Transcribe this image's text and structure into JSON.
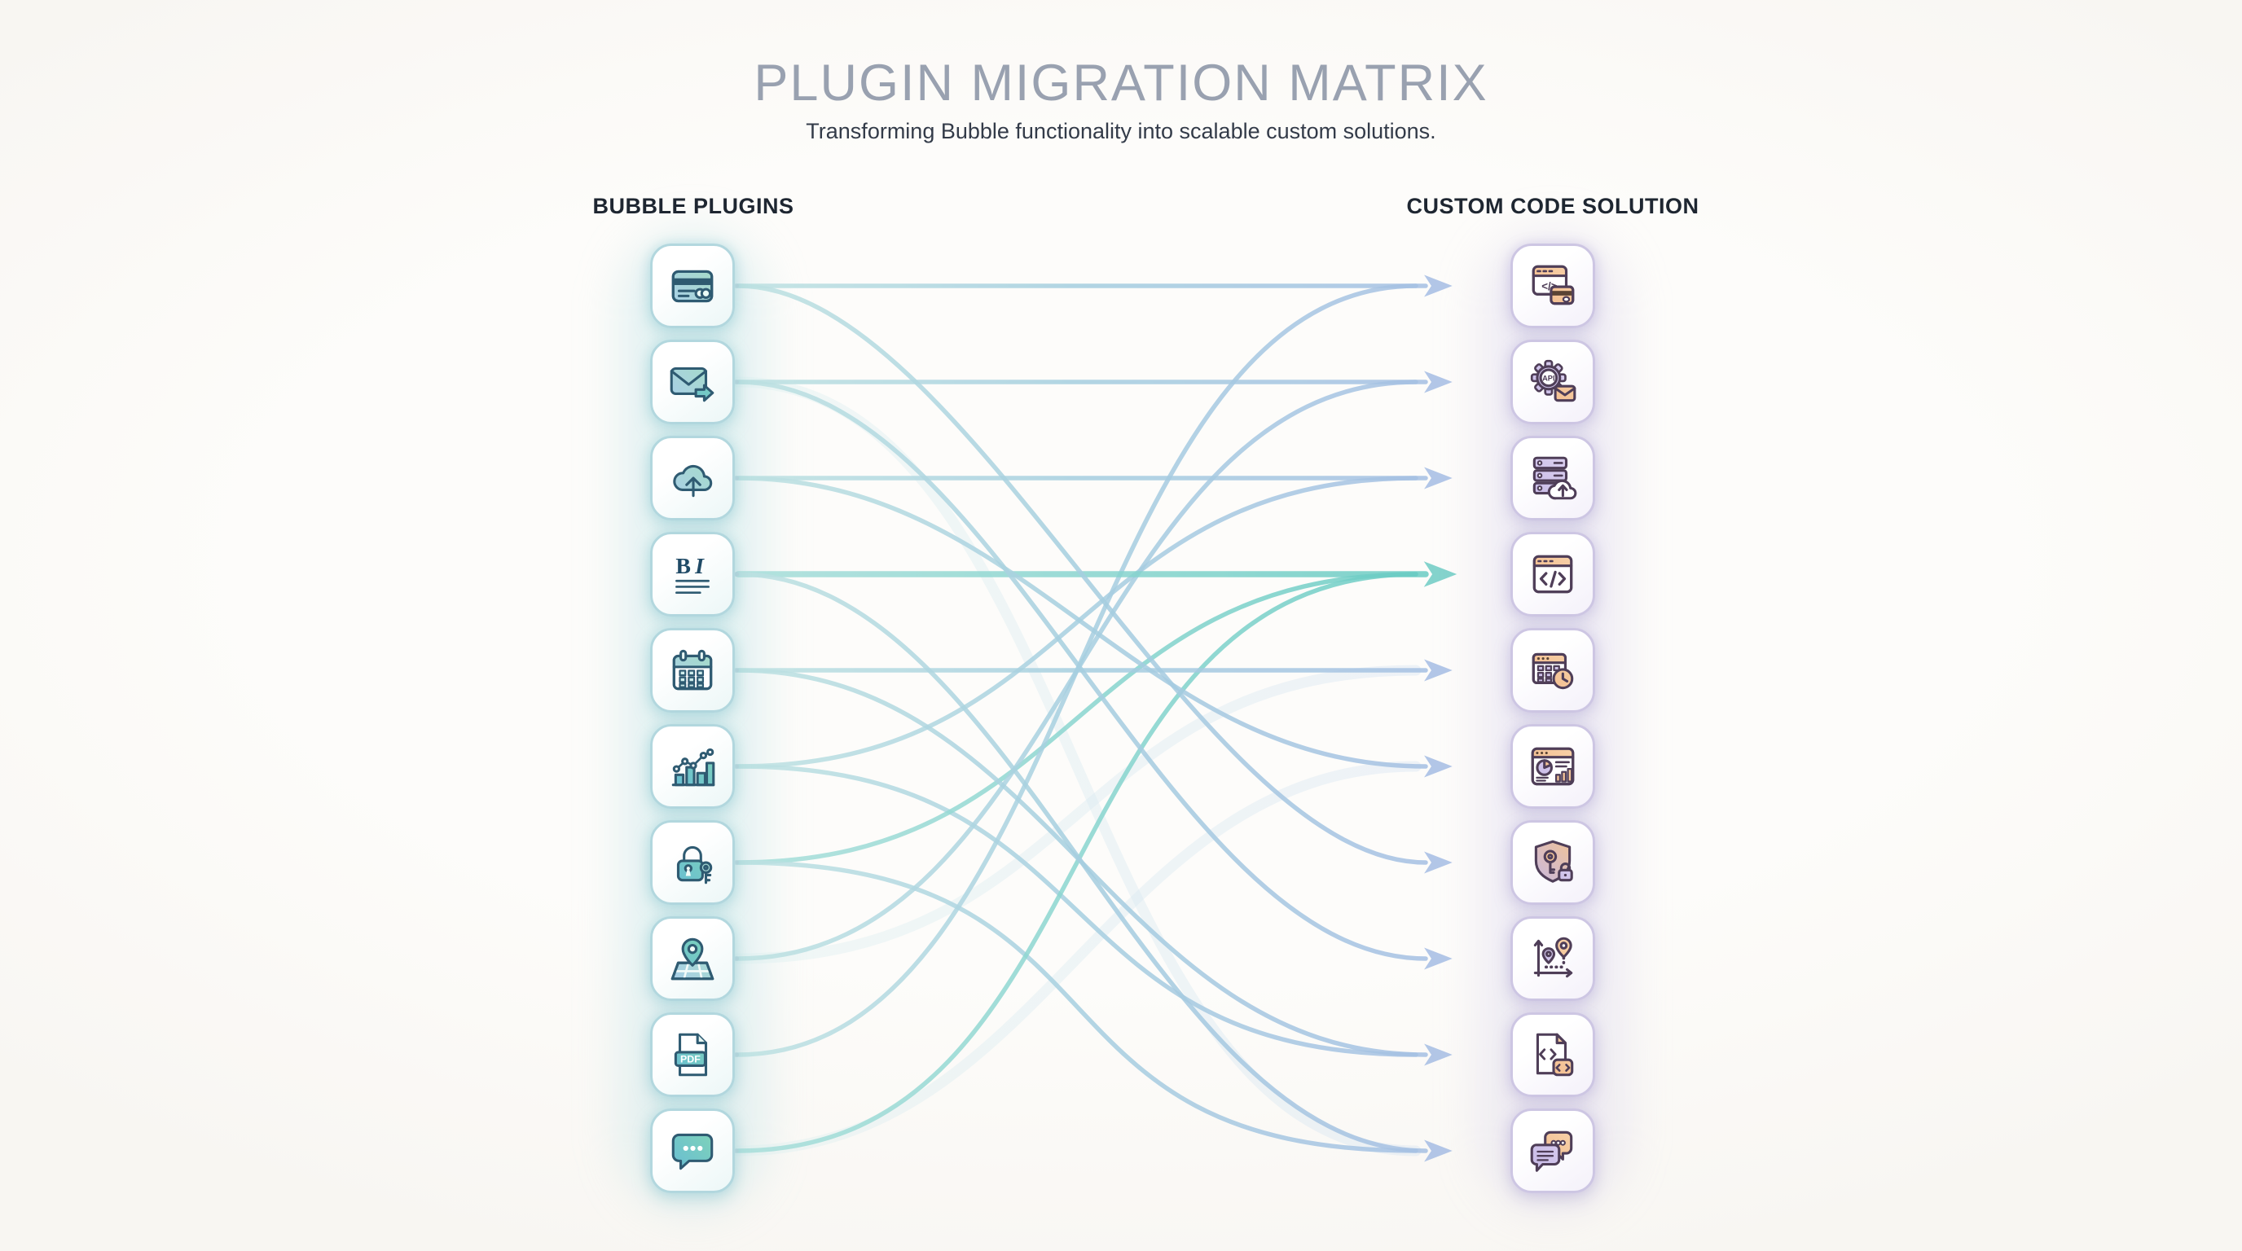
{
  "page": {
    "title": "PLUGIN MIGRATION MATRIX",
    "subtitle": "Transforming Bubble functionality into scalable custom solutions."
  },
  "columns": {
    "left": {
      "heading": "BUBBLE PLUGINS",
      "items": [
        {
          "icon": "credit-card-icon",
          "name": "payment-plugin"
        },
        {
          "icon": "email-send-icon",
          "name": "email-plugin"
        },
        {
          "icon": "cloud-upload-icon",
          "name": "file-upload-plugin"
        },
        {
          "icon": "rich-text-icon",
          "name": "rich-text-editor-plugin"
        },
        {
          "icon": "calendar-icon",
          "name": "calendar-plugin"
        },
        {
          "icon": "bar-chart-icon",
          "name": "charts-plugin"
        },
        {
          "icon": "lock-key-icon",
          "name": "auth-plugin"
        },
        {
          "icon": "map-pin-icon",
          "name": "maps-plugin"
        },
        {
          "icon": "pdf-file-icon",
          "name": "pdf-plugin"
        },
        {
          "icon": "chat-bubble-icon",
          "name": "chat-plugin"
        }
      ]
    },
    "right": {
      "heading": "CUSTOM CODE SOLUTION",
      "items": [
        {
          "icon": "code-payment-icon",
          "name": "custom-payment-integration"
        },
        {
          "icon": "api-gear-email-icon",
          "name": "custom-email-api"
        },
        {
          "icon": "server-upload-icon",
          "name": "custom-storage-service"
        },
        {
          "icon": "code-window-icon",
          "name": "custom-code-editor"
        },
        {
          "icon": "calendar-clock-icon",
          "name": "custom-scheduling"
        },
        {
          "icon": "dashboard-chart-icon",
          "name": "custom-analytics-dashboard"
        },
        {
          "icon": "shield-key-icon",
          "name": "custom-auth-security"
        },
        {
          "icon": "geo-pins-axes-icon",
          "name": "custom-geolocation"
        },
        {
          "icon": "code-document-icon",
          "name": "custom-document-generation"
        },
        {
          "icon": "dual-chat-icon",
          "name": "custom-messaging"
        }
      ]
    }
  },
  "connections": [
    {
      "from": 1,
      "to": 1,
      "style": "blue",
      "arrow": true
    },
    {
      "from": 2,
      "to": 2,
      "style": "blue",
      "arrow": true
    },
    {
      "from": 3,
      "to": 3,
      "style": "blue",
      "arrow": true
    },
    {
      "from": 4,
      "to": 4,
      "style": "teal",
      "arrow": true,
      "width": 7.5
    },
    {
      "from": 5,
      "to": 5,
      "style": "blue",
      "arrow": true
    },
    {
      "from": 1,
      "to": 7,
      "style": "blue",
      "arrow": true,
      "k": 0.33
    },
    {
      "from": 2,
      "to": 8,
      "style": "blue",
      "arrow": true,
      "k": 0.38
    },
    {
      "from": 3,
      "to": 6,
      "style": "blue",
      "arrow": true,
      "k": 0.42
    },
    {
      "from": 4,
      "to": 10,
      "style": "blue",
      "arrow": true,
      "k": 0.4
    },
    {
      "from": 5,
      "to": 9,
      "style": "blue",
      "arrow": true,
      "k": 0.45
    },
    {
      "from": 6,
      "to": 3,
      "style": "blue",
      "arrow": false,
      "k": 0.5
    },
    {
      "from": 6,
      "to": 9,
      "style": "blue",
      "arrow": false,
      "k": 0.55
    },
    {
      "from": 7,
      "to": 4,
      "style": "teal",
      "arrow": false,
      "k": 0.5
    },
    {
      "from": 7,
      "to": 10,
      "style": "blue",
      "arrow": false,
      "k": 0.6
    },
    {
      "from": 8,
      "to": 2,
      "style": "blue",
      "arrow": false,
      "k": 0.48
    },
    {
      "from": 9,
      "to": 1,
      "style": "blue",
      "arrow": false,
      "k": 0.5
    },
    {
      "from": 10,
      "to": 4,
      "style": "teal",
      "arrow": false,
      "k": 0.55
    },
    {
      "from": 2,
      "to": 10,
      "style": "ghost",
      "arrow": false,
      "k": 0.5
    },
    {
      "from": 8,
      "to": 5,
      "style": "ghost",
      "arrow": false,
      "k": 0.5
    },
    {
      "from": 10,
      "to": 6,
      "style": "ghost",
      "arrow": false,
      "k": 0.45
    }
  ],
  "colors": {
    "background": "#fbfaf8",
    "title": "#99a1b0",
    "subtitle": "#333b49",
    "heading": "#1e2631",
    "line_teal_start": "#aadfdb",
    "line_teal_end": "#63cac1",
    "line_blue_start": "#bfe3e2",
    "line_blue_end": "#a6bde4",
    "arrow_blue": "#a6bde4",
    "arrow_teal": "#6fccc4",
    "left_tile_border": "#b2d7de",
    "right_tile_border": "#cdc6e3"
  }
}
